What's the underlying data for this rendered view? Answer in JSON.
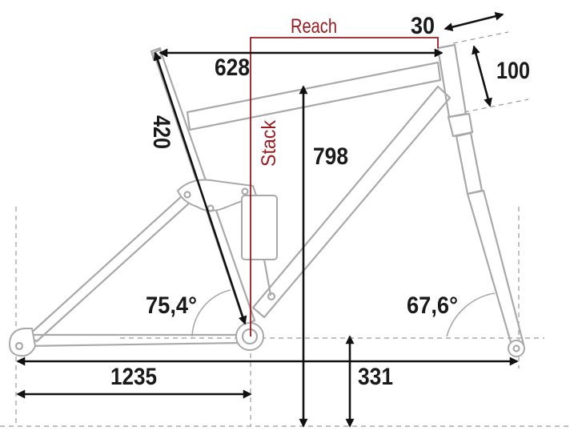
{
  "diagram": {
    "reach_label": "Reach",
    "stack_label": "Stack",
    "top_tube_value": "628",
    "head_offset_value": "30",
    "head_tube_value": "100",
    "seat_tube_value": "420",
    "stack_value": "798",
    "seat_angle": "75,4°",
    "head_angle": "67,6°",
    "wheelbase_value": "1235",
    "bb_height_value": "331"
  },
  "colors": {
    "dimension": "#111111",
    "accent": "#9b1b20",
    "frame": "#a9a9a9"
  }
}
